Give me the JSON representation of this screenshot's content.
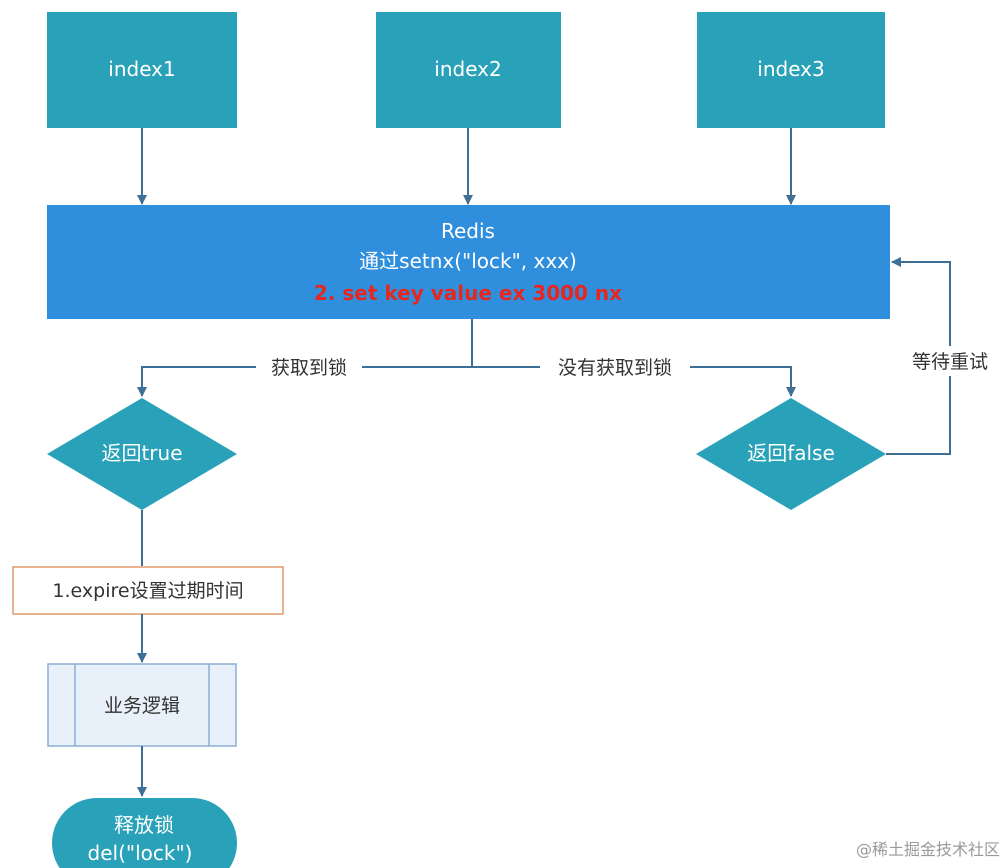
{
  "nodes": {
    "index1": "index1",
    "index2": "index2",
    "index3": "index3",
    "redis_title": "Redis",
    "redis_cmd": "通过setnx(\"lock\", xxx)",
    "redis_red_cmd": "2. set key value ex 3000 nx",
    "return_true": "返回true",
    "return_false": "返回false",
    "expire_step": "1.expire设置过期时间",
    "business_logic": "业务逻辑",
    "release_lock_line1": "释放锁",
    "release_lock_line2": "del(\"lock\")"
  },
  "edges": {
    "got_lock": "获取到锁",
    "not_got_lock": "没有获取到锁",
    "wait_retry": "等待重试"
  },
  "watermark": "@稀土掘金技术社区",
  "colors": {
    "teal": "#29a1b8",
    "blue": "#2f8fdc",
    "line": "#3e6f96",
    "red": "#e8261f",
    "expire_border": "#e09a6a",
    "process_fill": "#e8f0fa",
    "process_border": "#8eaed6"
  }
}
